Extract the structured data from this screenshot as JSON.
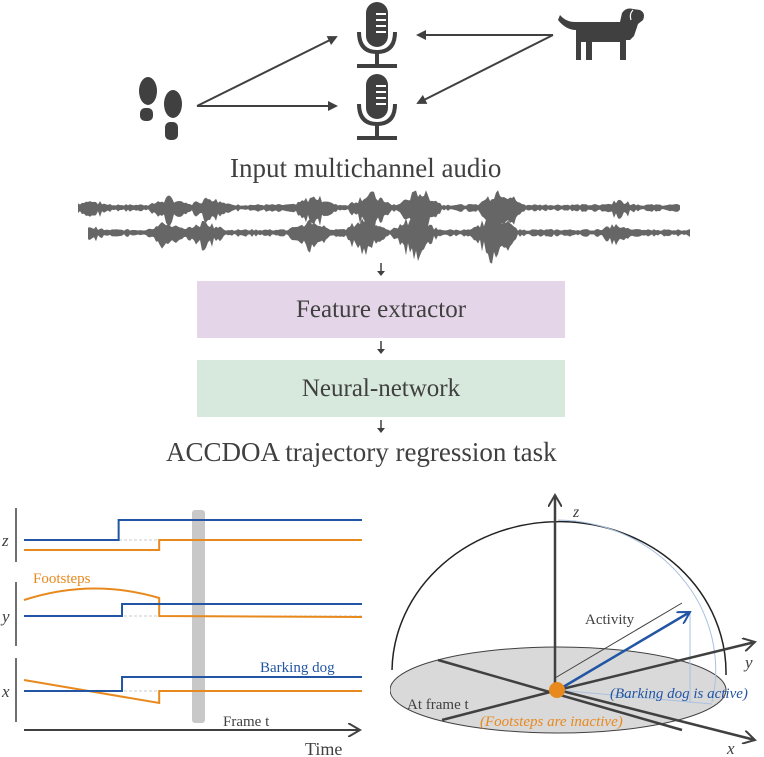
{
  "top": {
    "sources": [
      {
        "name": "Footsteps",
        "icon": "footsteps-icon"
      },
      {
        "name": "Barking dog",
        "icon": "dog-icon"
      }
    ],
    "mics": [
      "microphone-icon",
      "microphone-icon"
    ],
    "input_label": "Input multichannel audio"
  },
  "pipeline": {
    "feature_extractor": {
      "label": "Feature extractor",
      "color": "#e4d6e8"
    },
    "neural_network": {
      "label": "Neural-network",
      "color": "#d7e8dc"
    },
    "task_label": "ACCDOA trajectory regression task"
  },
  "colors": {
    "dog": "#2255a4",
    "footsteps": "#e8891e",
    "text": "#404040",
    "frame_band": "#c8c8c8",
    "plane": "#d9d9d9"
  },
  "chart_data": [
    {
      "type": "line",
      "title": "",
      "xlabel": "Time",
      "ylabels": [
        "z",
        "y",
        "x"
      ],
      "annotation_frame": "Frame t",
      "series": [
        {
          "name": "Barking dog",
          "axis": "z",
          "points": [
            [
              0,
              0
            ],
            [
              0.28,
              0
            ],
            [
              0.28,
              1
            ],
            [
              1,
              1
            ]
          ]
        },
        {
          "name": "Footsteps",
          "axis": "z",
          "points": [
            [
              0,
              -0.5
            ],
            [
              0.4,
              -0.5
            ],
            [
              0.4,
              0
            ],
            [
              1,
              0
            ]
          ]
        },
        {
          "name": "Footsteps",
          "axis": "y",
          "points": [
            [
              0,
              0.8
            ],
            [
              0.2,
              1.4
            ],
            [
              0.4,
              0.9
            ],
            [
              0.4,
              0
            ],
            [
              1,
              -0.05
            ]
          ]
        },
        {
          "name": "Barking dog",
          "axis": "y",
          "points": [
            [
              0,
              0
            ],
            [
              0.29,
              0
            ],
            [
              0.29,
              0.6
            ],
            [
              1,
              0.6
            ]
          ]
        },
        {
          "name": "Footsteps",
          "axis": "x",
          "points": [
            [
              0,
              0.55
            ],
            [
              0.4,
              -0.6
            ],
            [
              0.4,
              0
            ],
            [
              1,
              0
            ]
          ]
        },
        {
          "name": "Barking dog",
          "axis": "x",
          "points": [
            [
              0,
              0
            ],
            [
              0.29,
              0
            ],
            [
              0.29,
              0.7
            ],
            [
              1,
              0.7
            ]
          ]
        }
      ],
      "legend": [
        "Footsteps",
        "Barking dog"
      ]
    },
    {
      "type": "diagram-3d",
      "axes": [
        "x",
        "y",
        "z"
      ],
      "labels": {
        "activity": "Activity",
        "frame": "At frame t",
        "dog_status": "(Barking dog is active)",
        "footsteps_status": "(Footsteps are inactive)"
      }
    }
  ]
}
